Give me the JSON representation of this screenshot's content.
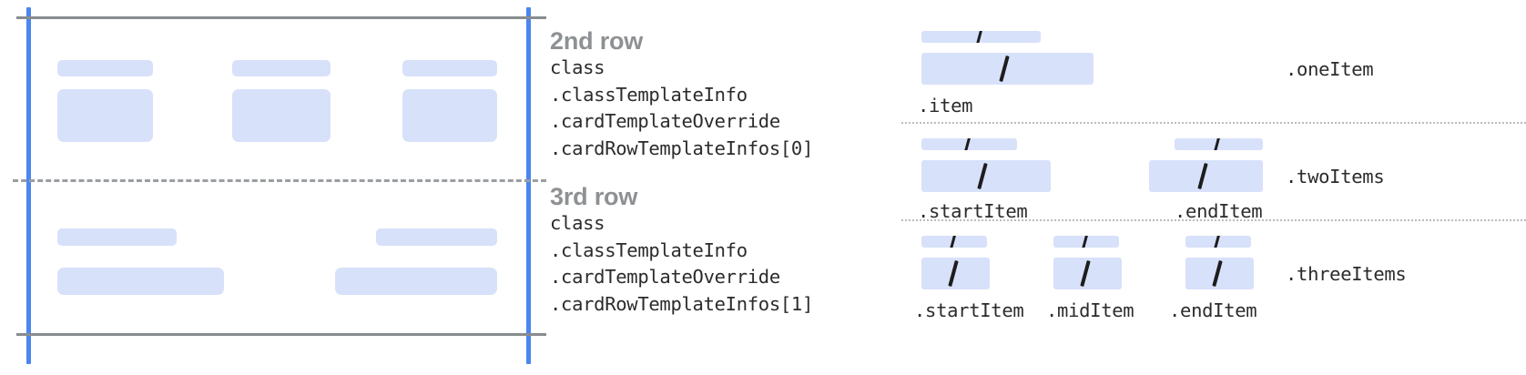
{
  "colors": {
    "card_fill": "#d8e1fa",
    "guide_blue": "#4a86ee",
    "rule_gray": "#888c8f",
    "dash_gray": "#9a9ea1",
    "dot_gray": "#b9bcbf",
    "heading_gray": "#8e9194",
    "code_text": "#2b2b2b",
    "slash_dark": "#1d1d1d"
  },
  "left_diagram": {
    "rows": [
      {
        "name": "row-2-preview",
        "columns": 3
      },
      {
        "name": "row-3-preview",
        "columns": 2
      }
    ]
  },
  "annotations": [
    {
      "heading": "2nd row",
      "lines": [
        "class",
        ".classTemplateInfo",
        ".cardTemplateOverride",
        ".cardRowTemplateInfos[0]"
      ]
    },
    {
      "heading": "3rd row",
      "lines": [
        "class",
        ".classTemplateInfo",
        ".cardTemplateOverride",
        ".cardRowTemplateInfos[1]"
      ]
    }
  ],
  "right_panel": {
    "sections": [
      {
        "group_label": ".oneItem",
        "items": [
          {
            "label": ".item",
            "slash": "/"
          }
        ]
      },
      {
        "group_label": ".twoItems",
        "items": [
          {
            "label": ".startItem",
            "slash": "/"
          },
          {
            "label": ".endItem",
            "slash": "/"
          }
        ]
      },
      {
        "group_label": ".threeItems",
        "items": [
          {
            "label": ".startItem",
            "slash": "/"
          },
          {
            "label": ".midItem",
            "slash": "/"
          },
          {
            "label": ".endItem",
            "slash": "/"
          }
        ]
      }
    ]
  }
}
